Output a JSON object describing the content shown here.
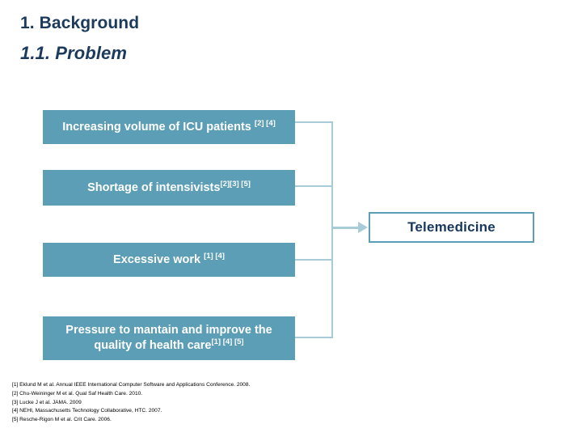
{
  "slide": {
    "heading_1": "1. Background",
    "heading_2": "1.1. Problem",
    "accent_color": "#5B9EB5",
    "heading_color": "#1B3A5C",
    "connector_color": "#A8CBD8",
    "telemedicine_text_color": "#17375E"
  },
  "problems": [
    {
      "text": "Increasing volume of ICU patients ",
      "refs": "[2] [4]",
      "line2": "",
      "line2_refs": ""
    },
    {
      "text": "Shortage of intensivists",
      "refs": "[2][3] [5]",
      "line2": "",
      "line2_refs": ""
    },
    {
      "text": "Excessive work ",
      "refs": "[1] [4]",
      "line2": "",
      "line2_refs": ""
    },
    {
      "text": "Pressure to mantain and improve the",
      "refs": "",
      "line2": "quality of health care",
      "line2_refs": "[1] [4] [5]"
    }
  ],
  "outcome": {
    "label": "Telemedicine"
  },
  "references": [
    "[1] Eklund M et al. Annual IEEE International Computer Software and Applications Conference. 2008.",
    "[2] Chu-Weininger M et al. Qual Saf Health Care. 2010.",
    "[3] Lucke J et al. JAMA. 2009",
    "[4] NEHI, Massachusetts Technology Collaborative, HTC. 2007.",
    "[5] Resche-Rigon M et al. Crit Care. 2006."
  ]
}
